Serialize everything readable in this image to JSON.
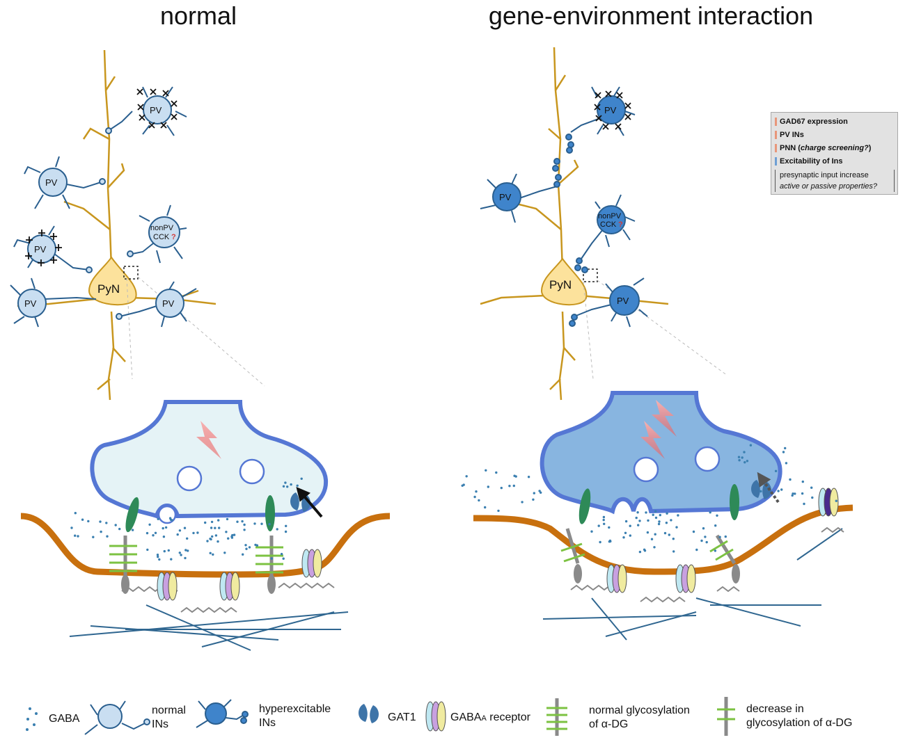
{
  "titles": {
    "left": "normal",
    "right": "gene-environment interaction"
  },
  "cells": {
    "pv": "PV",
    "pyn": "PyN",
    "nonpv_line1": "nonPV",
    "nonpv_line2": "CCK",
    "question_mark": "?"
  },
  "key_box": {
    "items": [
      {
        "text": "GAD67 expression",
        "color": "#e8967a"
      },
      {
        "text": "PV INs",
        "color": "#e8967a"
      },
      {
        "text_pre": "PNN (",
        "text_italic": "charge screening?",
        "text_post": ")",
        "color": "#e8967a"
      },
      {
        "text": "Excitability of Ins",
        "color": "#6e9fd4"
      }
    ],
    "bracket_line1": "presynaptic input increase",
    "bracket_line2": "active or passive properties?"
  },
  "legend": {
    "gaba": "GABA",
    "normal_ins_line1": "normal",
    "normal_ins_line2": "INs",
    "hyper_ins_line1": "hyperexcitable",
    "hyper_ins_line2": "INs",
    "gat1": "GAT1",
    "gaba_a_pre": "GABA",
    "gaba_a_sub": "A",
    "gaba_a_post": " receptor",
    "normal_glyco_line1": "normal glycosylation",
    "normal_glyco_line2": "of α-DG",
    "decrease_glyco_line1": "decrease in",
    "decrease_glyco_line2": "glycosylation of α-DG"
  },
  "colors": {
    "dendrite": "#c8961e",
    "soma": "#fce29c",
    "normal_in": "#c9def1",
    "hyper_in": "#3f84cb",
    "in_stroke": "#2a5f8f",
    "terminal_normal": "#e5f3f6",
    "terminal_hyper": "#88b5e0",
    "terminal_stroke": "#5577d4",
    "membrane": "#c8700e",
    "gaba_dot": "#3a7fb0",
    "cytoskeleton": "#2f6690",
    "glyco_green": "#7cc242",
    "dystroglycan": "#8a8a8a"
  }
}
